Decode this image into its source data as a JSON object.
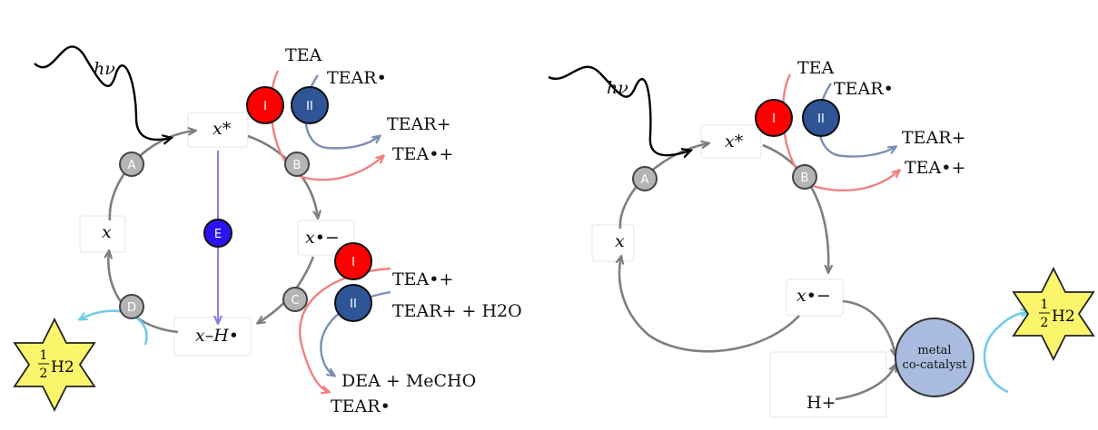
{
  "left": {
    "photon": "hν",
    "species": {
      "x_star": "x*",
      "x": "x",
      "x_radical_anion": "x•−",
      "x_H": "x–H•"
    },
    "nodes": {
      "A": "A",
      "B": "B",
      "C": "C",
      "D": "D",
      "E": "E",
      "I": "I",
      "II": "II"
    },
    "upper_reagents": {
      "tea": "TEA",
      "tear_radical": "TEAR•",
      "tear_plus": "TEAR+",
      "tea_radical_cation": "TEA•+"
    },
    "lower_reagents": {
      "tea_radical_cation": "TEA•+",
      "tear_plus_h2o": "TEAR+ + H2O",
      "dea_mecho": "DEA + MeCHO",
      "tear_radical": "TEAR•"
    },
    "hydrogen": {
      "num": "1",
      "den": "2",
      "species": "H2"
    }
  },
  "right": {
    "photon": "hν",
    "species": {
      "x_star": "x*",
      "x": "x",
      "x_radical_anion": "x•−"
    },
    "nodes": {
      "A": "A",
      "B": "B",
      "I": "I",
      "II": "II"
    },
    "reagents": {
      "tea": "TEA",
      "tear_radical": "TEAR•",
      "tear_plus": "TEAR+",
      "tea_radical_cation": "TEA•+"
    },
    "catalyst_line1": "metal",
    "catalyst_line2": "co-catalyst",
    "proton": "H+",
    "hydrogen": {
      "num": "1",
      "den": "2",
      "species": "H2"
    }
  },
  "colors": {
    "gray_node": "#b4b4b4",
    "red_node": "#ff0000",
    "navy_node": "#2f5597",
    "blue_node": "#2b13f0",
    "catalyst": "#a9bcdf",
    "star": "#fbf56b",
    "pink_arrow": "#f08080",
    "slate_arrow": "#7b8fb2",
    "cyan_arrow": "#6fcbe8",
    "purple_arrow": "#8b7fe0"
  }
}
